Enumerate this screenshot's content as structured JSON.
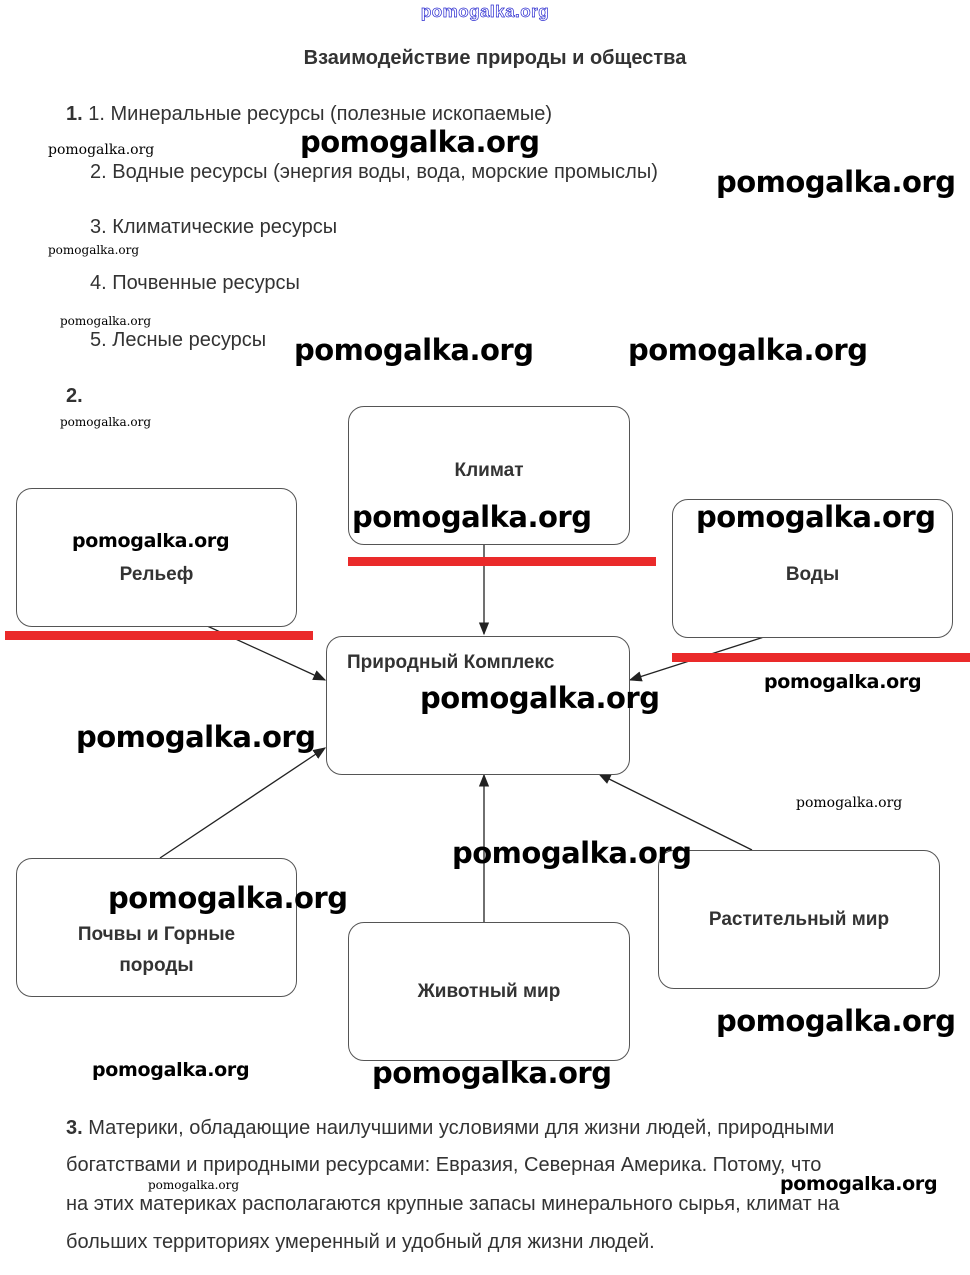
{
  "site_watermark": "pomogalka.org",
  "title": "Взаимодействие природы и общества",
  "section1": {
    "number": "1.",
    "items": [
      "1. Минеральные ресурсы (полезные ископаемые)",
      "2. Водные ресурсы (энергия воды, вода, морские промыслы)",
      "3. Климатические ресурсы",
      "4. Почвенные ресурсы",
      "5. Лесные ресурсы"
    ]
  },
  "section2": {
    "number": "2.",
    "center": "Природный Комплекс",
    "boxes": {
      "climate": "Климат",
      "relief": "Рельеф",
      "water": "Воды",
      "soil_line1": "Почвы и Горные",
      "soil_line2": "породы",
      "fauna": "Животный мир",
      "flora": "Растительный мир"
    }
  },
  "section3": {
    "number": "3.",
    "lines": [
      "Материки, обладающие наилучшими условиями для жизни людей, природными",
      "богатствами и природными ресурсами: Евразия, Северная Америка. Потому, что",
      "на этих материках располагаются крупные запасы минерального сырья, климат на",
      "больших территориях умеренный и удобный для жизни людей."
    ]
  },
  "watermark": "pomogalka.org"
}
